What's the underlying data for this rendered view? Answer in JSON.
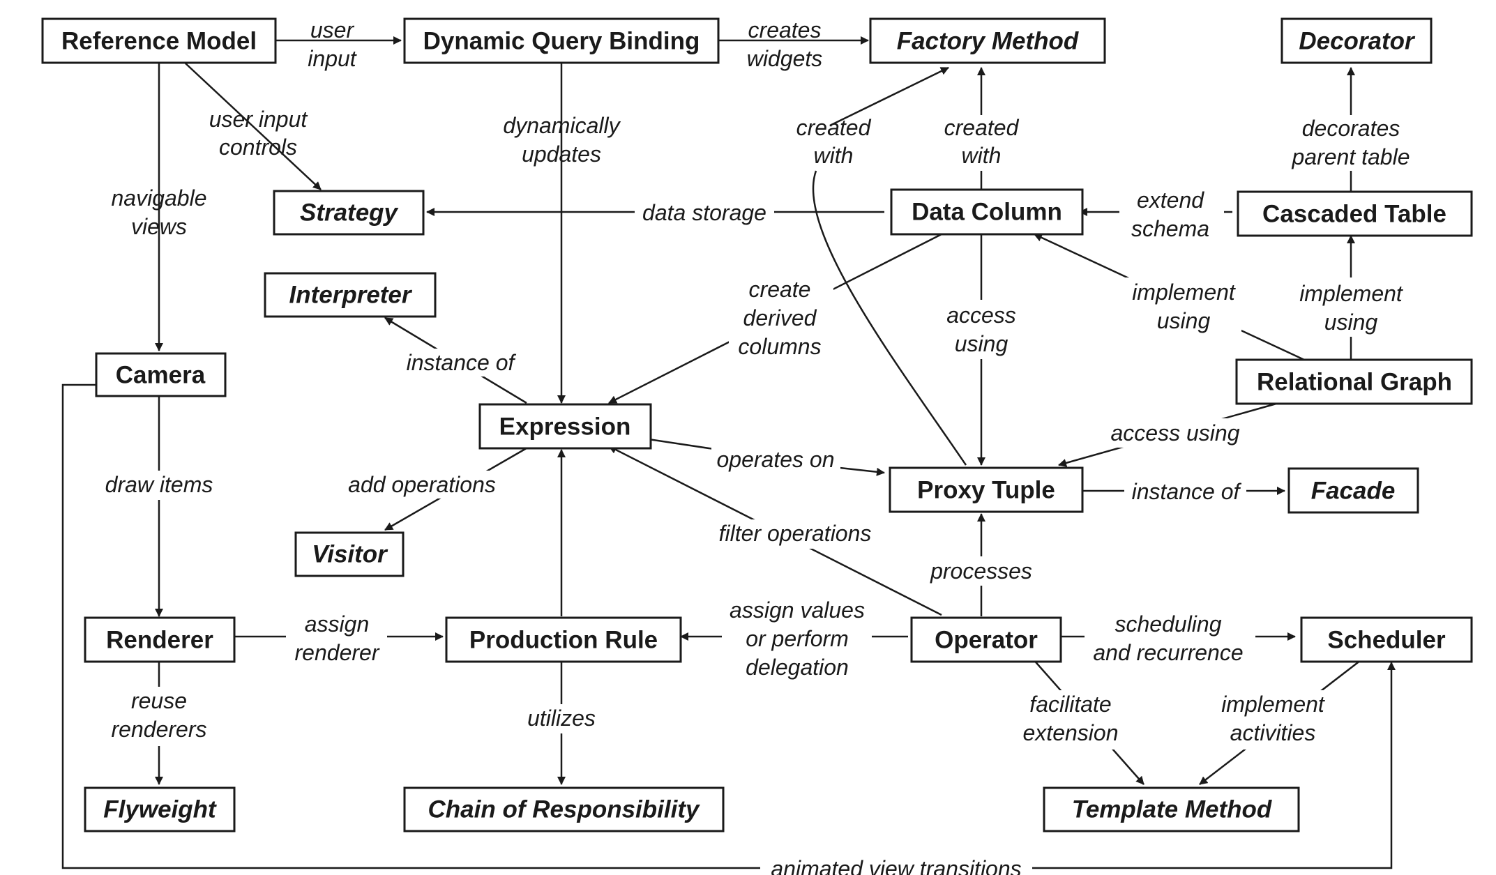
{
  "nodes": {
    "reference_model": {
      "label": "Reference Model",
      "pattern": false
    },
    "dynamic_query_binding": {
      "label": "Dynamic Query Binding",
      "pattern": false
    },
    "factory_method": {
      "label": "Factory Method",
      "pattern": true
    },
    "decorator": {
      "label": "Decorator",
      "pattern": true
    },
    "strategy": {
      "label": "Strategy",
      "pattern": true
    },
    "data_column": {
      "label": "Data Column",
      "pattern": false
    },
    "cascaded_table": {
      "label": "Cascaded Table",
      "pattern": false
    },
    "interpreter": {
      "label": "Interpreter",
      "pattern": true
    },
    "camera": {
      "label": "Camera",
      "pattern": false
    },
    "relational_graph": {
      "label": "Relational Graph",
      "pattern": false
    },
    "expression": {
      "label": "Expression",
      "pattern": false
    },
    "proxy_tuple": {
      "label": "Proxy Tuple",
      "pattern": false
    },
    "facade": {
      "label": "Facade",
      "pattern": true
    },
    "visitor": {
      "label": "Visitor",
      "pattern": true
    },
    "renderer": {
      "label": "Renderer",
      "pattern": false
    },
    "production_rule": {
      "label": "Production Rule",
      "pattern": false
    },
    "operator": {
      "label": "Operator",
      "pattern": false
    },
    "scheduler": {
      "label": "Scheduler",
      "pattern": false
    },
    "flyweight": {
      "label": "Flyweight",
      "pattern": true
    },
    "chain_of_responsibility": {
      "label": "Chain of Responsibility",
      "pattern": true
    },
    "template_method": {
      "label": "Template Method",
      "pattern": true
    }
  },
  "edges": {
    "refmodel_to_dqb": [
      "user",
      "input"
    ],
    "dqb_to_factory": [
      "creates",
      "widgets"
    ],
    "refmodel_to_strategy": [
      "user input",
      "controls"
    ],
    "refmodel_to_camera": [
      "navigable",
      "views"
    ],
    "dqb_to_expression": [
      "dynamically",
      "updates"
    ],
    "datacolumn_to_strategy": [
      "data storage"
    ],
    "proxytuple_to_factory": [
      "created",
      "with"
    ],
    "datacolumn_to_factory": [
      "created",
      "with"
    ],
    "cascaded_to_decorator": [
      "decorates",
      "parent table"
    ],
    "cascaded_to_datacolumn": [
      "extend",
      "schema"
    ],
    "datacolumn_to_expression": [
      "create",
      "derived",
      "columns"
    ],
    "datacolumn_to_proxytuple": [
      "access",
      "using"
    ],
    "relgraph_to_datacolumn": [
      "implement",
      "using"
    ],
    "relgraph_to_cascaded": [
      "implement",
      "using"
    ],
    "expression_to_interpreter": [
      "instance of"
    ],
    "relgraph_to_proxytuple": [
      "access using"
    ],
    "expression_to_proxytuple": [
      "operates on"
    ],
    "proxytuple_to_facade": [
      "instance of"
    ],
    "expression_to_visitor": [
      "add operations"
    ],
    "operator_to_expression": [
      "filter operations"
    ],
    "camera_to_renderer": [
      "draw items"
    ],
    "operator_to_proxytuple": [
      "processes"
    ],
    "renderer_to_production": [
      "assign",
      "renderer"
    ],
    "operator_to_production": [
      "assign values",
      "or perform",
      "delegation"
    ],
    "operator_to_scheduler": [
      "scheduling",
      "and recurrence"
    ],
    "renderer_to_flyweight": [
      "reuse",
      "renderers"
    ],
    "production_to_chain": [
      "utilizes"
    ],
    "operator_to_template": [
      "facilitate",
      "extension"
    ],
    "scheduler_to_template": [
      "implement",
      "activities"
    ],
    "camera_to_scheduler": [
      "animated view transitions"
    ]
  }
}
